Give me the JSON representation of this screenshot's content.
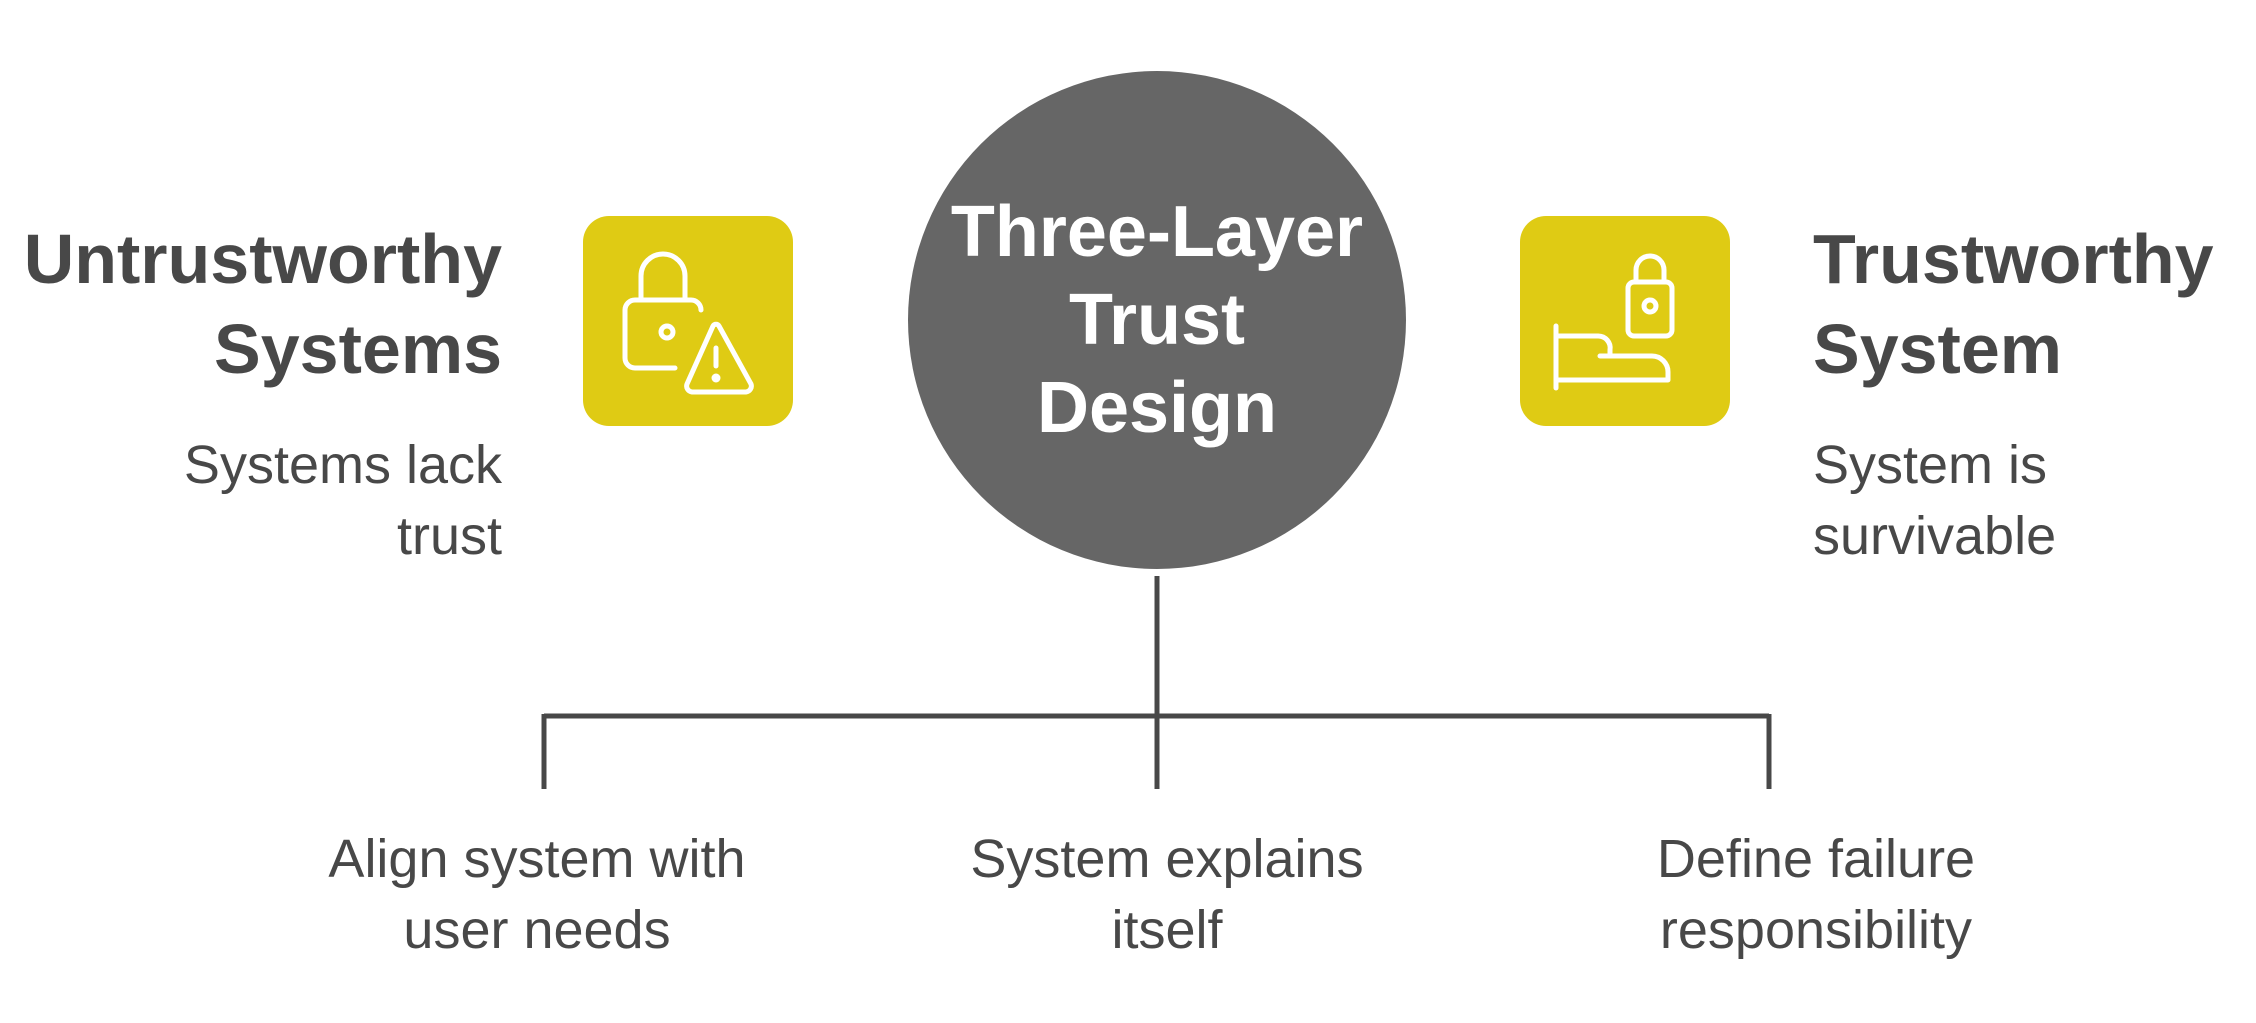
{
  "center": {
    "title": "Three-Layer Trust Design"
  },
  "left": {
    "title_line1": "Untrustworthy",
    "title_line2": "Systems",
    "subtitle_line1": "Systems lack",
    "subtitle_line2": "trust",
    "icon": "lock-warning-icon"
  },
  "right": {
    "title_line1": "Trustworthy",
    "title_line2": "System",
    "subtitle_line1": "System is",
    "subtitle_line2": "survivable",
    "icon": "lock-hand-icon"
  },
  "branches": [
    {
      "line1": "Align system with",
      "line2": "user needs"
    },
    {
      "line1": "System explains",
      "line2": "itself"
    },
    {
      "line1": "Define failure",
      "line2": "responsibility"
    }
  ],
  "colors": {
    "accent": "#DFCB14",
    "circle": "#666666",
    "text": "#484848"
  }
}
